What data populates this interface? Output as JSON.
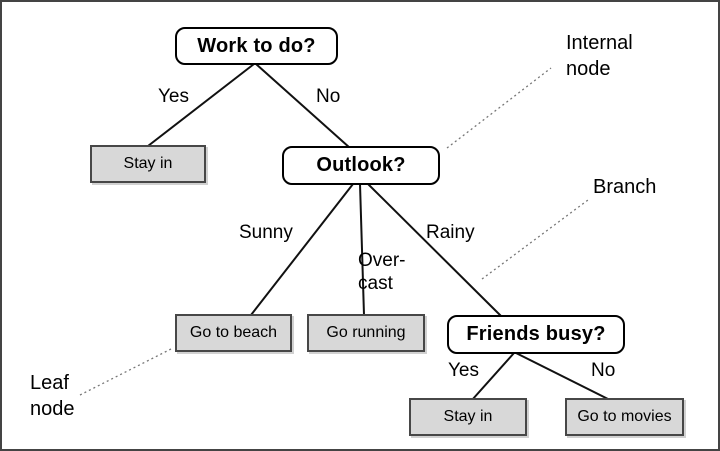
{
  "tree": {
    "internal_nodes": {
      "work_to_do": "Work to do?",
      "outlook": "Outlook?",
      "friends_busy": "Friends busy?"
    },
    "leaf_nodes": {
      "stay_in_left": "Stay in",
      "go_to_beach": "Go to beach",
      "go_running": "Go running",
      "stay_in_bottom": "Stay in",
      "go_to_movies": "Go to movies"
    },
    "branch_labels": {
      "root_yes": "Yes",
      "root_no": "No",
      "sunny": "Sunny",
      "overcast_line1": "Over-",
      "overcast_line2": "cast",
      "rainy": "Rainy",
      "friends_yes": "Yes",
      "friends_no": "No"
    },
    "annotations": {
      "internal_node_line1": "Internal",
      "internal_node_line2": "node",
      "branch": "Branch",
      "leaf_node_line1": "Leaf",
      "leaf_node_line2": "node"
    },
    "colors": {
      "background": "#ffffff",
      "frame_border": "#444444",
      "internal_node_fill": "#ffffff",
      "internal_node_border": "#000000",
      "leaf_fill": "#d8d8d8",
      "leaf_border": "#474747",
      "edge": "#111111",
      "callout_line": "#777777",
      "text": "#000000"
    }
  }
}
